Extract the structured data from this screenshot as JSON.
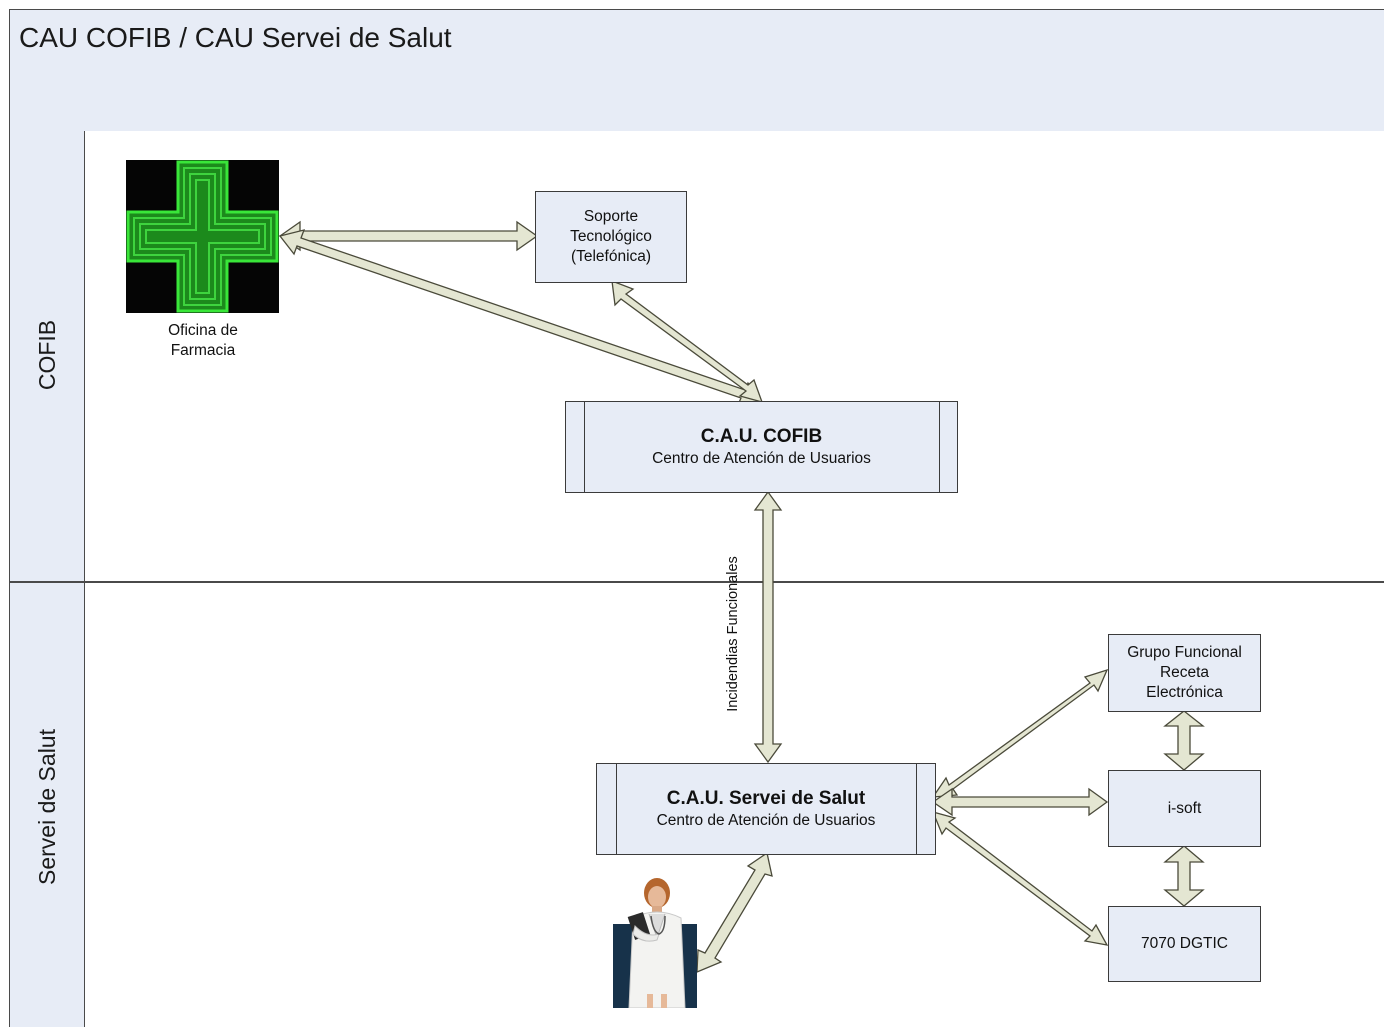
{
  "title": "CAU COFIB / CAU Servei de Salut",
  "lanes": {
    "top": "COFIB",
    "bottom": "Servei de Salut"
  },
  "pharmacy": {
    "label_line1": "Oficina de",
    "label_line2": "Farmacia",
    "icon": "green-pharmacy-cross-icon"
  },
  "soporte": {
    "line1": "Soporte",
    "line2": "Tecnológico",
    "line3": "(Telefónica)"
  },
  "cau_cofib": {
    "title": "C.A.U. COFIB",
    "subtitle": "Centro de Atención de Usuarios"
  },
  "cau_salut": {
    "title": "C.A.U. Servei de Salut",
    "subtitle": "Centro de Atención de Usuarios"
  },
  "edge_label": "Incidendias Funcionales",
  "grupo": {
    "line1": "Grupo Funcional",
    "line2": "Receta",
    "line3": "Electrónica"
  },
  "isoft": {
    "label": "i-soft"
  },
  "dgtic": {
    "label": "7070 DGTIC"
  },
  "doctor": {
    "icon": "doctor-icon"
  },
  "colors": {
    "lane_fill": "#e7ecf6",
    "box_fill": "#e7ecf6",
    "arrow_fill": "#e4e6d2",
    "arrow_stroke": "#4a4a3a",
    "cross_green": "#2ec72e"
  }
}
